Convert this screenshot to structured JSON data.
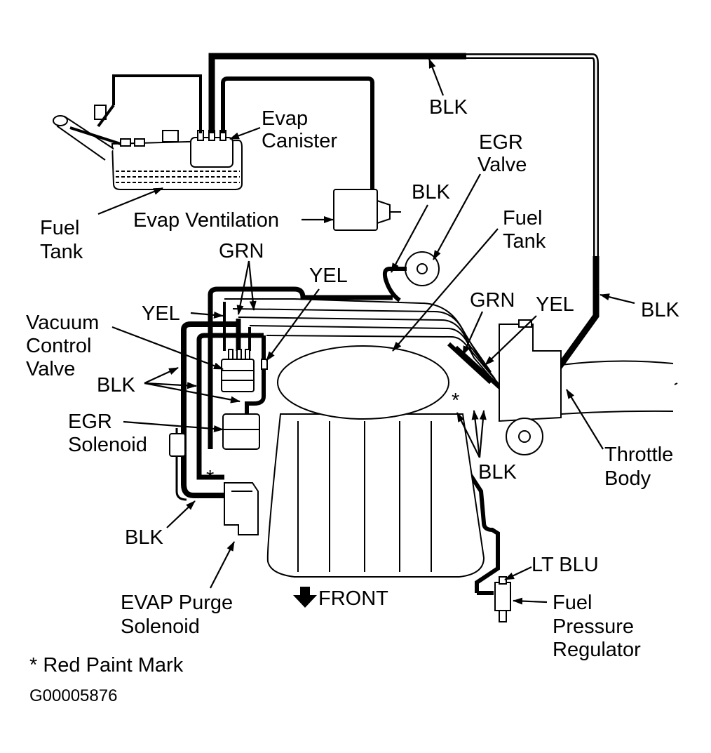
{
  "labels": {
    "blk_top": "BLK",
    "evap_canister_1": "Evap",
    "evap_canister_2": "Canister",
    "egr_valve_1": "EGR",
    "egr_valve_2": "Valve",
    "fuel_tank_left_1": "Fuel",
    "fuel_tank_left_2": "Tank",
    "evap_ventilation": "Evap Ventilation",
    "blk_egr": "BLK",
    "fuel_tank_center_1": "Fuel",
    "fuel_tank_center_2": "Tank",
    "grn_left": "GRN",
    "yel_center": "YEL",
    "yel_left": "YEL",
    "vacuum_control_valve_1": "Vacuum",
    "vacuum_control_valve_2": "Control",
    "vacuum_control_valve_3": "Valve",
    "blk_right": "BLK",
    "grn_right": "GRN",
    "yel_right": "YEL",
    "blk_left": "BLK",
    "egr_solenoid_1": "EGR",
    "egr_solenoid_2": "Solenoid",
    "throttle_body_1": "Throttle",
    "throttle_body_2": "Body",
    "blk_throttle_bottom": "BLK",
    "blk_bottom_left": "BLK",
    "lt_blu": "LT BLU",
    "front": "FRONT",
    "evap_purge_solenoid_1": "EVAP Purge",
    "evap_purge_solenoid_2": "Solenoid",
    "fuel_pressure_regulator_1": "Fuel",
    "fuel_pressure_regulator_2": "Pressure",
    "fuel_pressure_regulator_3": "Regulator",
    "red_paint_mark_note": "* Red Paint Mark",
    "figure_code": "G00005876"
  },
  "markers": {
    "asterisk": "*"
  },
  "icons": {
    "front_arrow": "arrow-down-icon"
  }
}
